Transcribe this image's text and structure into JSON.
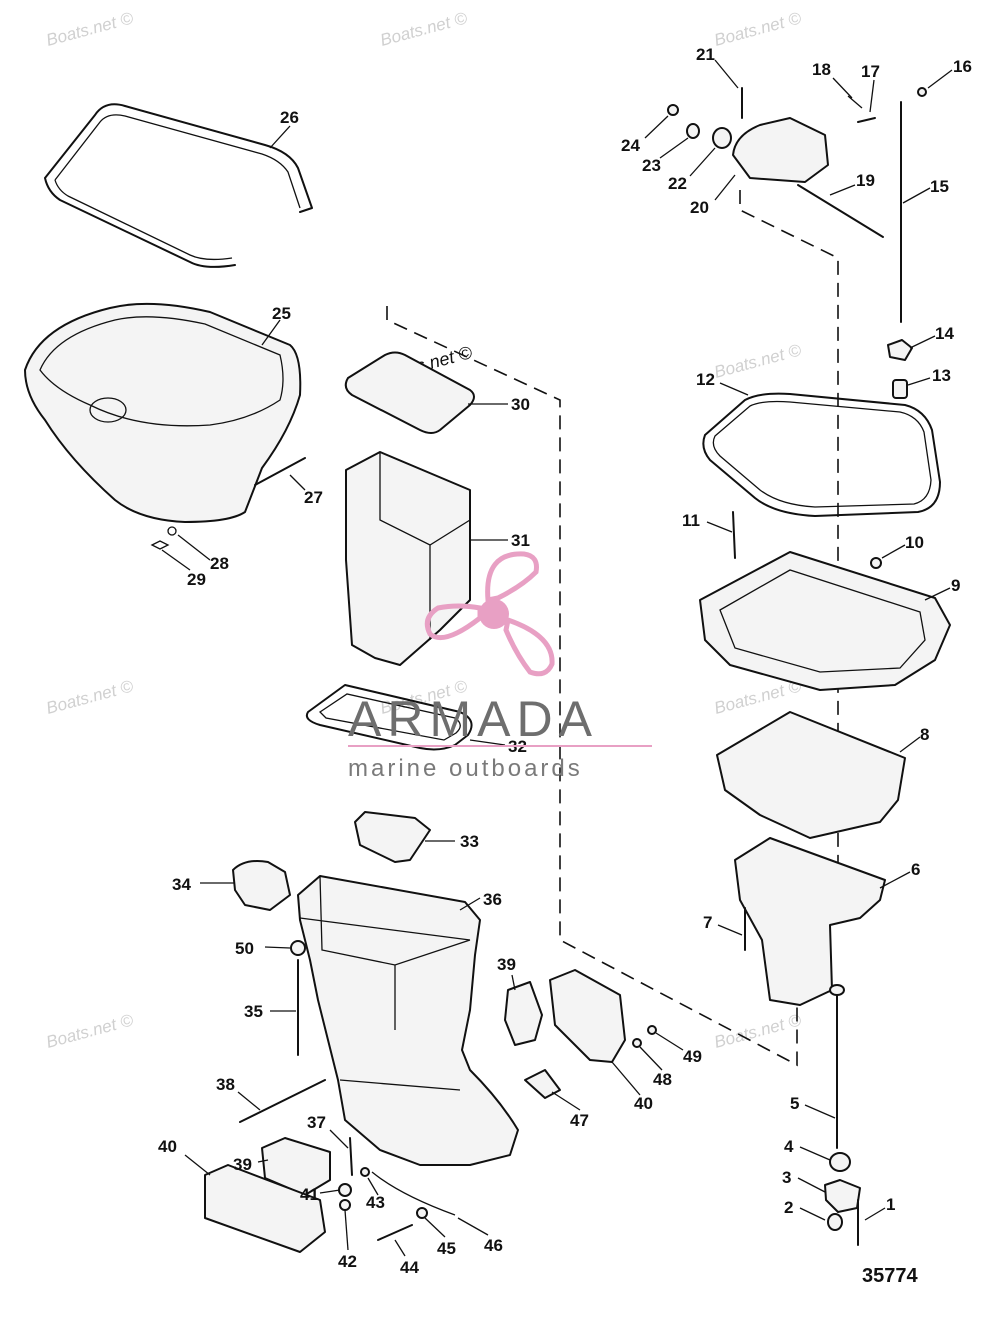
{
  "watermark": {
    "text": "Boats.net ©"
  },
  "brand": {
    "name": "ARMADA",
    "tagline": "marine outboards",
    "accent_color": "#e8a0c4",
    "text_color": "#6e6e6e"
  },
  "diagram": {
    "drawing_number": "35774",
    "callouts": [
      "1",
      "2",
      "3",
      "4",
      "5",
      "6",
      "7",
      "8",
      "9",
      "10",
      "11",
      "12",
      "13",
      "14",
      "15",
      "16",
      "17",
      "18",
      "19",
      "20",
      "21",
      "22",
      "23",
      "24",
      "25",
      "26",
      "27",
      "28",
      "29",
      "30",
      "31",
      "32",
      "33",
      "34",
      "35",
      "36",
      "37",
      "38",
      "39",
      "40",
      "41",
      "42",
      "43",
      "44",
      "45",
      "46",
      "47",
      "48",
      "49",
      "50"
    ]
  }
}
